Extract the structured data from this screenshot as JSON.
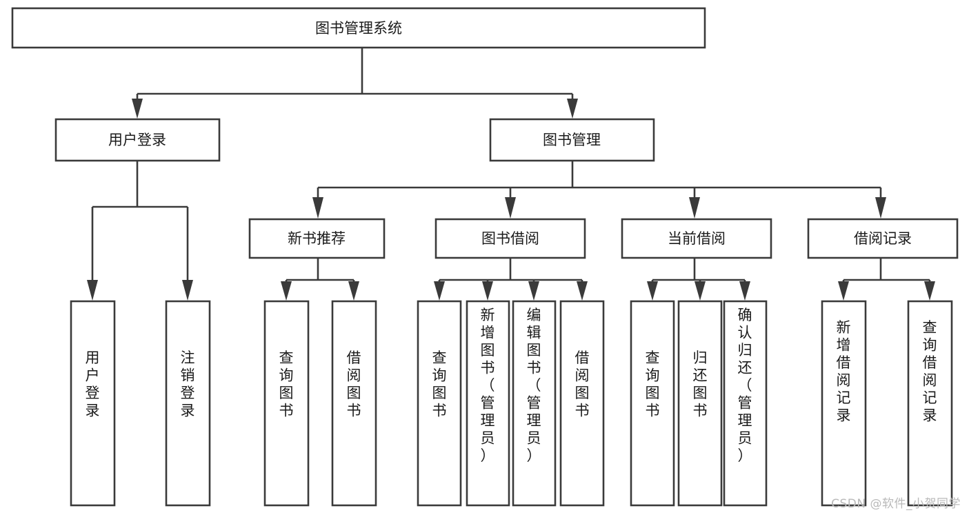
{
  "diagram": {
    "title": "图书管理系统",
    "type": "tree",
    "watermark": "CSDN @软件_小贺同学",
    "colors": {
      "stroke": "#3a3a3a",
      "fill": "#ffffff",
      "text": "#1a1a1a",
      "watermark": "#b9b9b9"
    },
    "levels": {
      "level1": [
        {
          "id": "root",
          "label": "图书管理系统"
        }
      ],
      "level2": [
        {
          "id": "user-login",
          "label": "用户登录"
        },
        {
          "id": "book-manage",
          "label": "图书管理"
        }
      ],
      "level3": [
        {
          "id": "new-book-rec",
          "label": "新书推荐",
          "parent": "book-manage"
        },
        {
          "id": "book-borrow",
          "label": "图书借阅",
          "parent": "book-manage"
        },
        {
          "id": "current-borrow",
          "label": "当前借阅",
          "parent": "book-manage"
        },
        {
          "id": "borrow-record",
          "label": "借阅记录",
          "parent": "book-manage"
        }
      ],
      "level4": [
        {
          "id": "leaf-user-login",
          "label": "用户登录",
          "parent": "user-login"
        },
        {
          "id": "leaf-logout-login",
          "label": "注销登录",
          "parent": "user-login"
        },
        {
          "id": "leaf-query-book-1",
          "label": "查询图书",
          "parent": "new-book-rec"
        },
        {
          "id": "leaf-borrow-book-1",
          "label": "借阅图书",
          "parent": "new-book-rec"
        },
        {
          "id": "leaf-query-book-2",
          "label": "查询图书",
          "parent": "book-borrow"
        },
        {
          "id": "leaf-add-book",
          "label": "新增图书（管理员）",
          "parent": "book-borrow"
        },
        {
          "id": "leaf-edit-book",
          "label": "编辑图书（管理员）",
          "parent": "book-borrow"
        },
        {
          "id": "leaf-borrow-book-2",
          "label": "借阅图书",
          "parent": "book-borrow"
        },
        {
          "id": "leaf-query-book-3",
          "label": "查询图书",
          "parent": "current-borrow"
        },
        {
          "id": "leaf-return-book",
          "label": "归还图书",
          "parent": "current-borrow"
        },
        {
          "id": "leaf-confirm-return",
          "label": "确认归还（管理员）",
          "parent": "current-borrow"
        },
        {
          "id": "leaf-add-record",
          "label": "新增借阅记录",
          "parent": "borrow-record"
        },
        {
          "id": "leaf-query-record",
          "label": "查询借阅记录",
          "parent": "borrow-record"
        }
      ]
    }
  }
}
